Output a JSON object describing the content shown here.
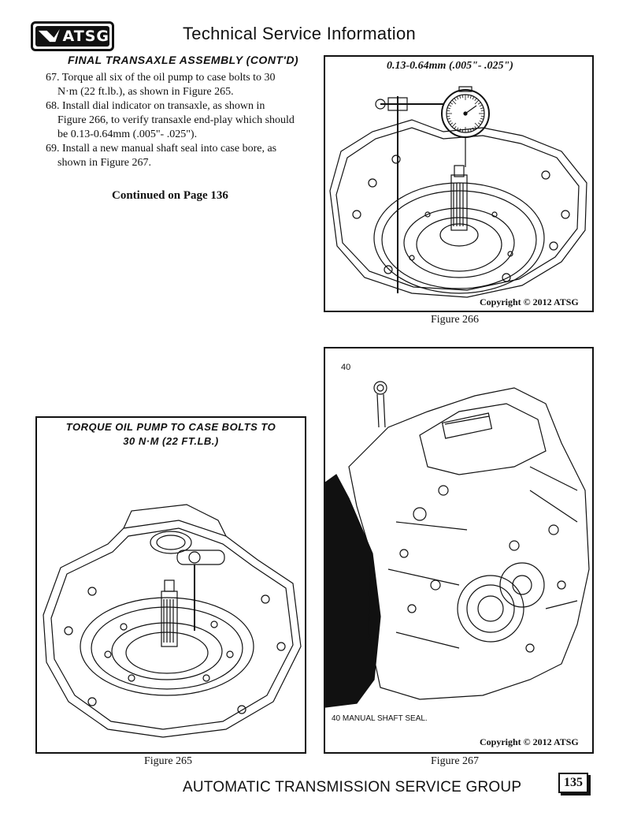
{
  "header": {
    "logo_text": "ATSG",
    "title": "Technical Service Information"
  },
  "section": {
    "heading": "FINAL TRANSAXLE ASSEMBLY (CONT'D)",
    "steps": [
      "67. Torque all six of the oil pump to case bolts to 30 N·m  (22 ft.lb.), as shown in Figure 265.",
      "68. Install dial indicator on transaxle, as shown in Figure 266, to verify transaxle end-play which should be 0.13-0.64mm (.005\"- .025\").",
      "69. Install a new manual shaft seal into case bore, as shown in Figure 267."
    ],
    "continued": "Continued on Page 136"
  },
  "figures": {
    "fig266": {
      "spec_label": "0.13-0.64mm  (.005\"- .025\")",
      "copyright": "Copyright © 2012 ATSG",
      "caption": "Figure 266"
    },
    "fig265": {
      "label_line1": "TORQUE OIL PUMP TO CASE BOLTS TO",
      "label_line2": "30 N·M  (22 FT.LB.)",
      "caption": "Figure 265"
    },
    "fig267": {
      "callout": "40",
      "legend": "40  MANUAL SHAFT SEAL.",
      "copyright": "Copyright © 2012 ATSG",
      "caption": "Figure 267"
    }
  },
  "footer": {
    "org": "AUTOMATIC TRANSMISSION SERVICE GROUP",
    "page_number": "135"
  }
}
